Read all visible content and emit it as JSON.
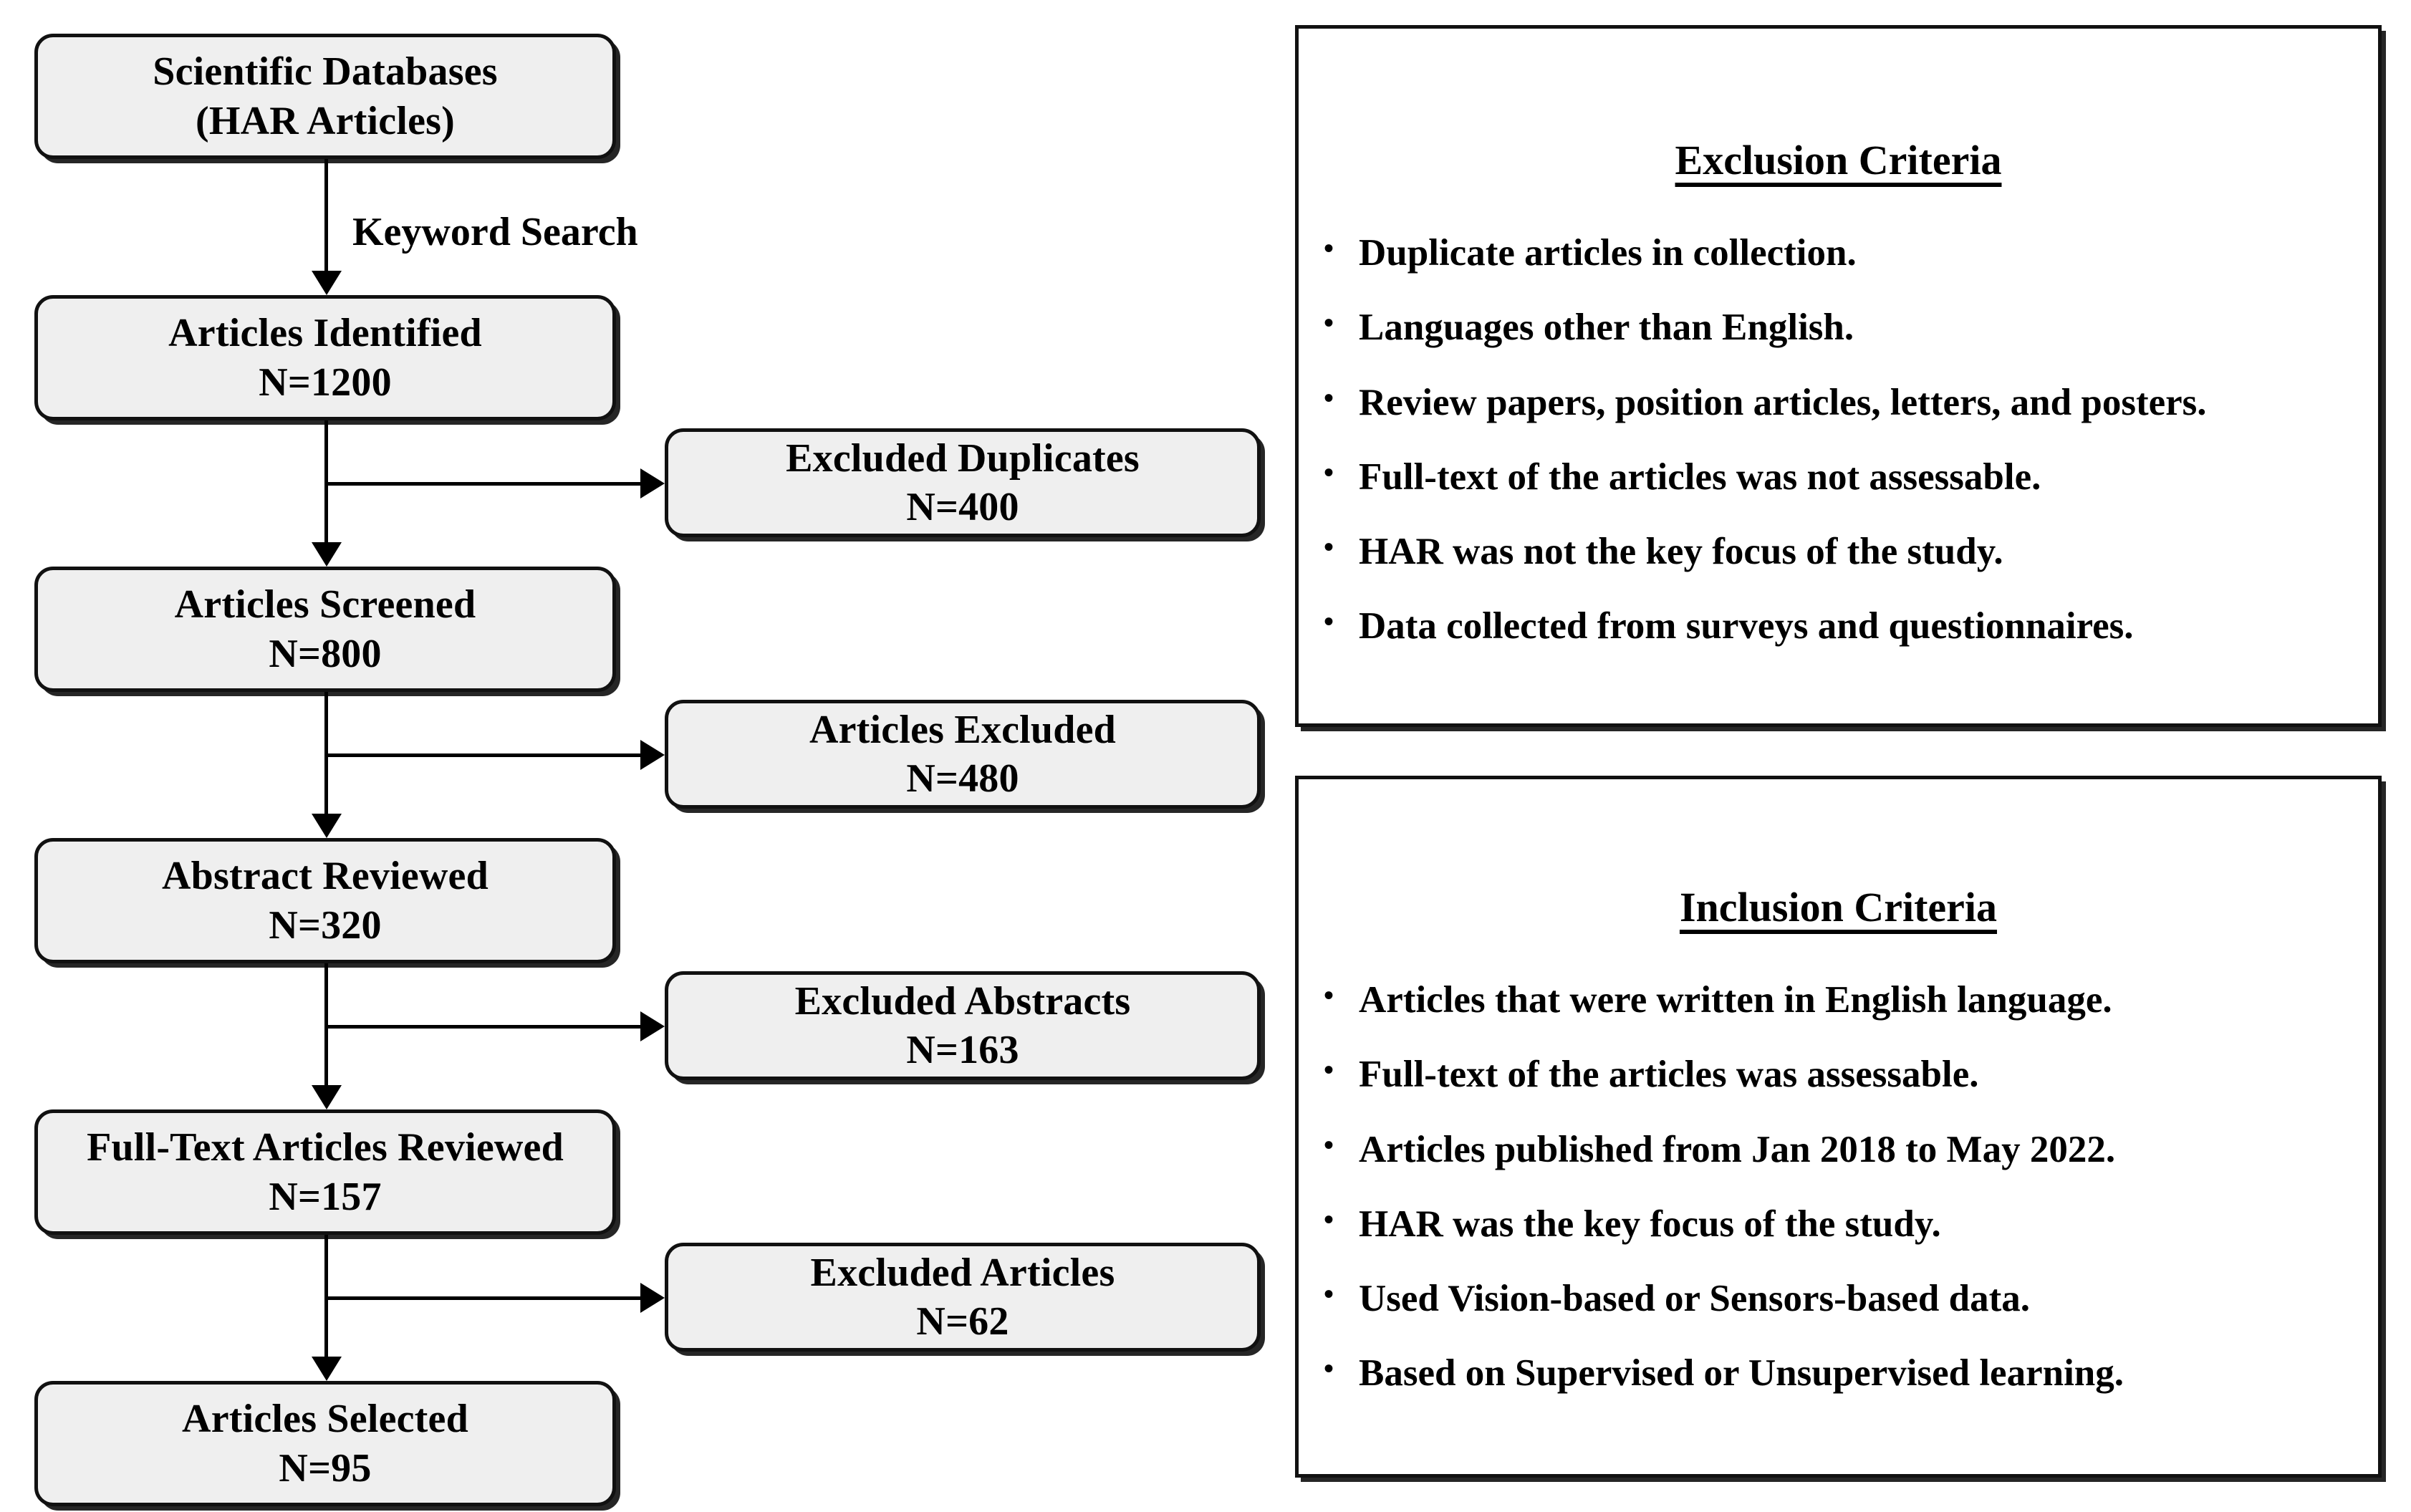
{
  "diagram": {
    "title": "PRISMA article selection flow diagram",
    "colors": {
      "node_fill": "#efefef",
      "node_border": "#111111",
      "panel_fill": "#ffffff",
      "text": "#000000"
    },
    "flow": {
      "edge_label": "Keyword Search",
      "main_nodes": [
        {
          "line1": "Scientific Databases",
          "line2": "(HAR Articles)"
        },
        {
          "line1": "Articles Identified",
          "line2": "N=1200"
        },
        {
          "line1": "Articles Screened",
          "line2": "N=800"
        },
        {
          "line1": "Abstract Reviewed",
          "line2": "N=320"
        },
        {
          "line1": "Full-Text Articles Reviewed",
          "line2": "N=157"
        },
        {
          "line1": "Articles Selected",
          "line2": "N=95"
        }
      ],
      "side_nodes": [
        {
          "line1": "Excluded Duplicates",
          "line2": "N=400"
        },
        {
          "line1": "Articles Excluded",
          "line2": "N=480"
        },
        {
          "line1": "Excluded Abstracts",
          "line2": "N=163"
        },
        {
          "line1": "Excluded Articles",
          "line2": "N=62"
        }
      ]
    },
    "exclusion_panel": {
      "title": "Exclusion Criteria",
      "bullet_glyph": "•",
      "items": [
        "Duplicate articles in collection.",
        "Languages other than English.",
        "Review papers, position articles, letters, and posters.",
        "Full-text of the articles was not assessable.",
        "HAR was not the key focus of the study.",
        "Data collected from surveys and questionnaires."
      ]
    },
    "inclusion_panel": {
      "title": "Inclusion Criteria",
      "bullet_glyph": "•",
      "items": [
        "Articles that were written in English language.",
        "Full-text of the articles was assessable.",
        "Articles published from Jan 2018 to May 2022.",
        "HAR was the key focus of the study.",
        "Used Vision-based or Sensors-based data.",
        "Based on Supervised or Unsupervised learning."
      ]
    }
  }
}
